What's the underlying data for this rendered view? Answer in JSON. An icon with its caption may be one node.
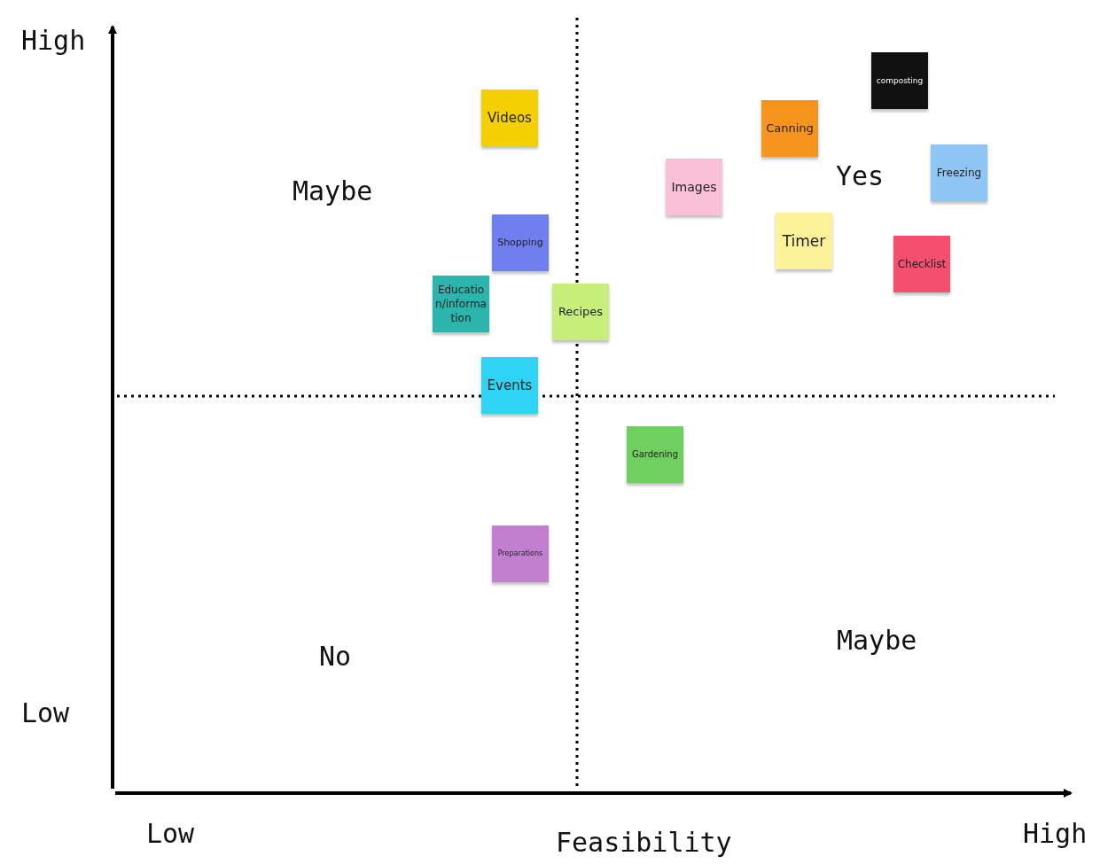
{
  "diagram": {
    "nodes": [
      {
        "text": [
          "composting"
        ]
      },
      {
        "text": [
          "Videos"
        ]
      },
      {
        "text": [
          "Canning"
        ]
      },
      {
        "text": [
          "Freezing"
        ]
      },
      {
        "text": [
          "Images"
        ]
      },
      {
        "text": [
          "Timer"
        ]
      },
      {
        "text": [
          "Shopping"
        ]
      },
      {
        "text": [
          "Checklist"
        ]
      },
      {
        "text": [
          "Education/information"
        ]
      },
      {
        "text": [
          "Recipes"
        ]
      },
      {
        "text": [
          "Events"
        ]
      },
      {
        "text": [
          "Gardening"
        ]
      },
      {
        "text": [
          "Preparations"
        ]
      }
    ],
    "labels": [
      "High",
      "Maybe",
      "Yes",
      "Maybe",
      "No",
      "Low",
      "Low",
      "Feasibility",
      "High"
    ]
  }
}
